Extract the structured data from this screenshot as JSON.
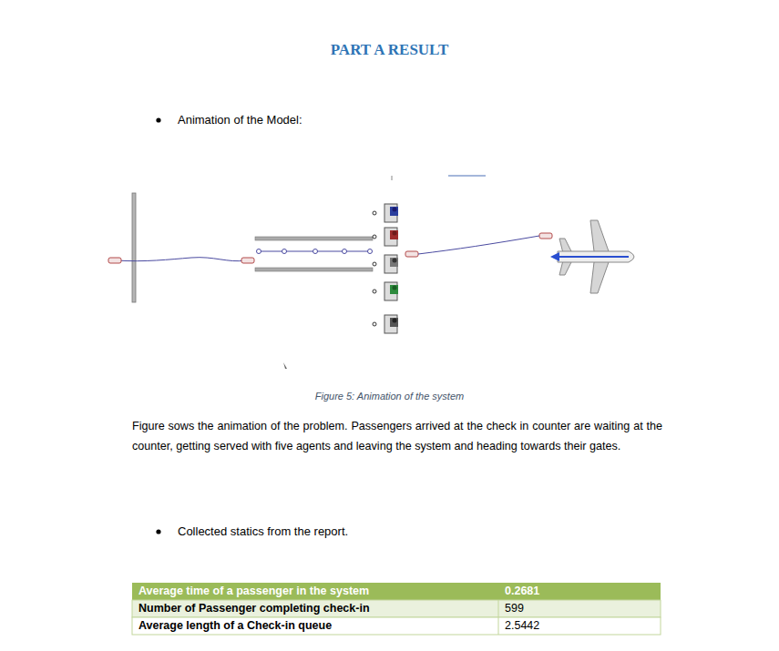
{
  "diagram": {
    "title": "PART A RESULT",
    "caption": "Figure 5: Animation of the system",
    "labels": [
      "Animation of the Model:",
      "Figure sows the animation of the problem. Passengers arrived at the check in counter are waiting at the counter, getting served with five agents and leaving the system and heading towards their gates.",
      "Collected statics from the report.",
      "Average time of a passenger in the system",
      "0.2681",
      "Number of Passenger completing check-in",
      "599",
      "Average length of a Check-in queue",
      "2.5442"
    ]
  }
}
